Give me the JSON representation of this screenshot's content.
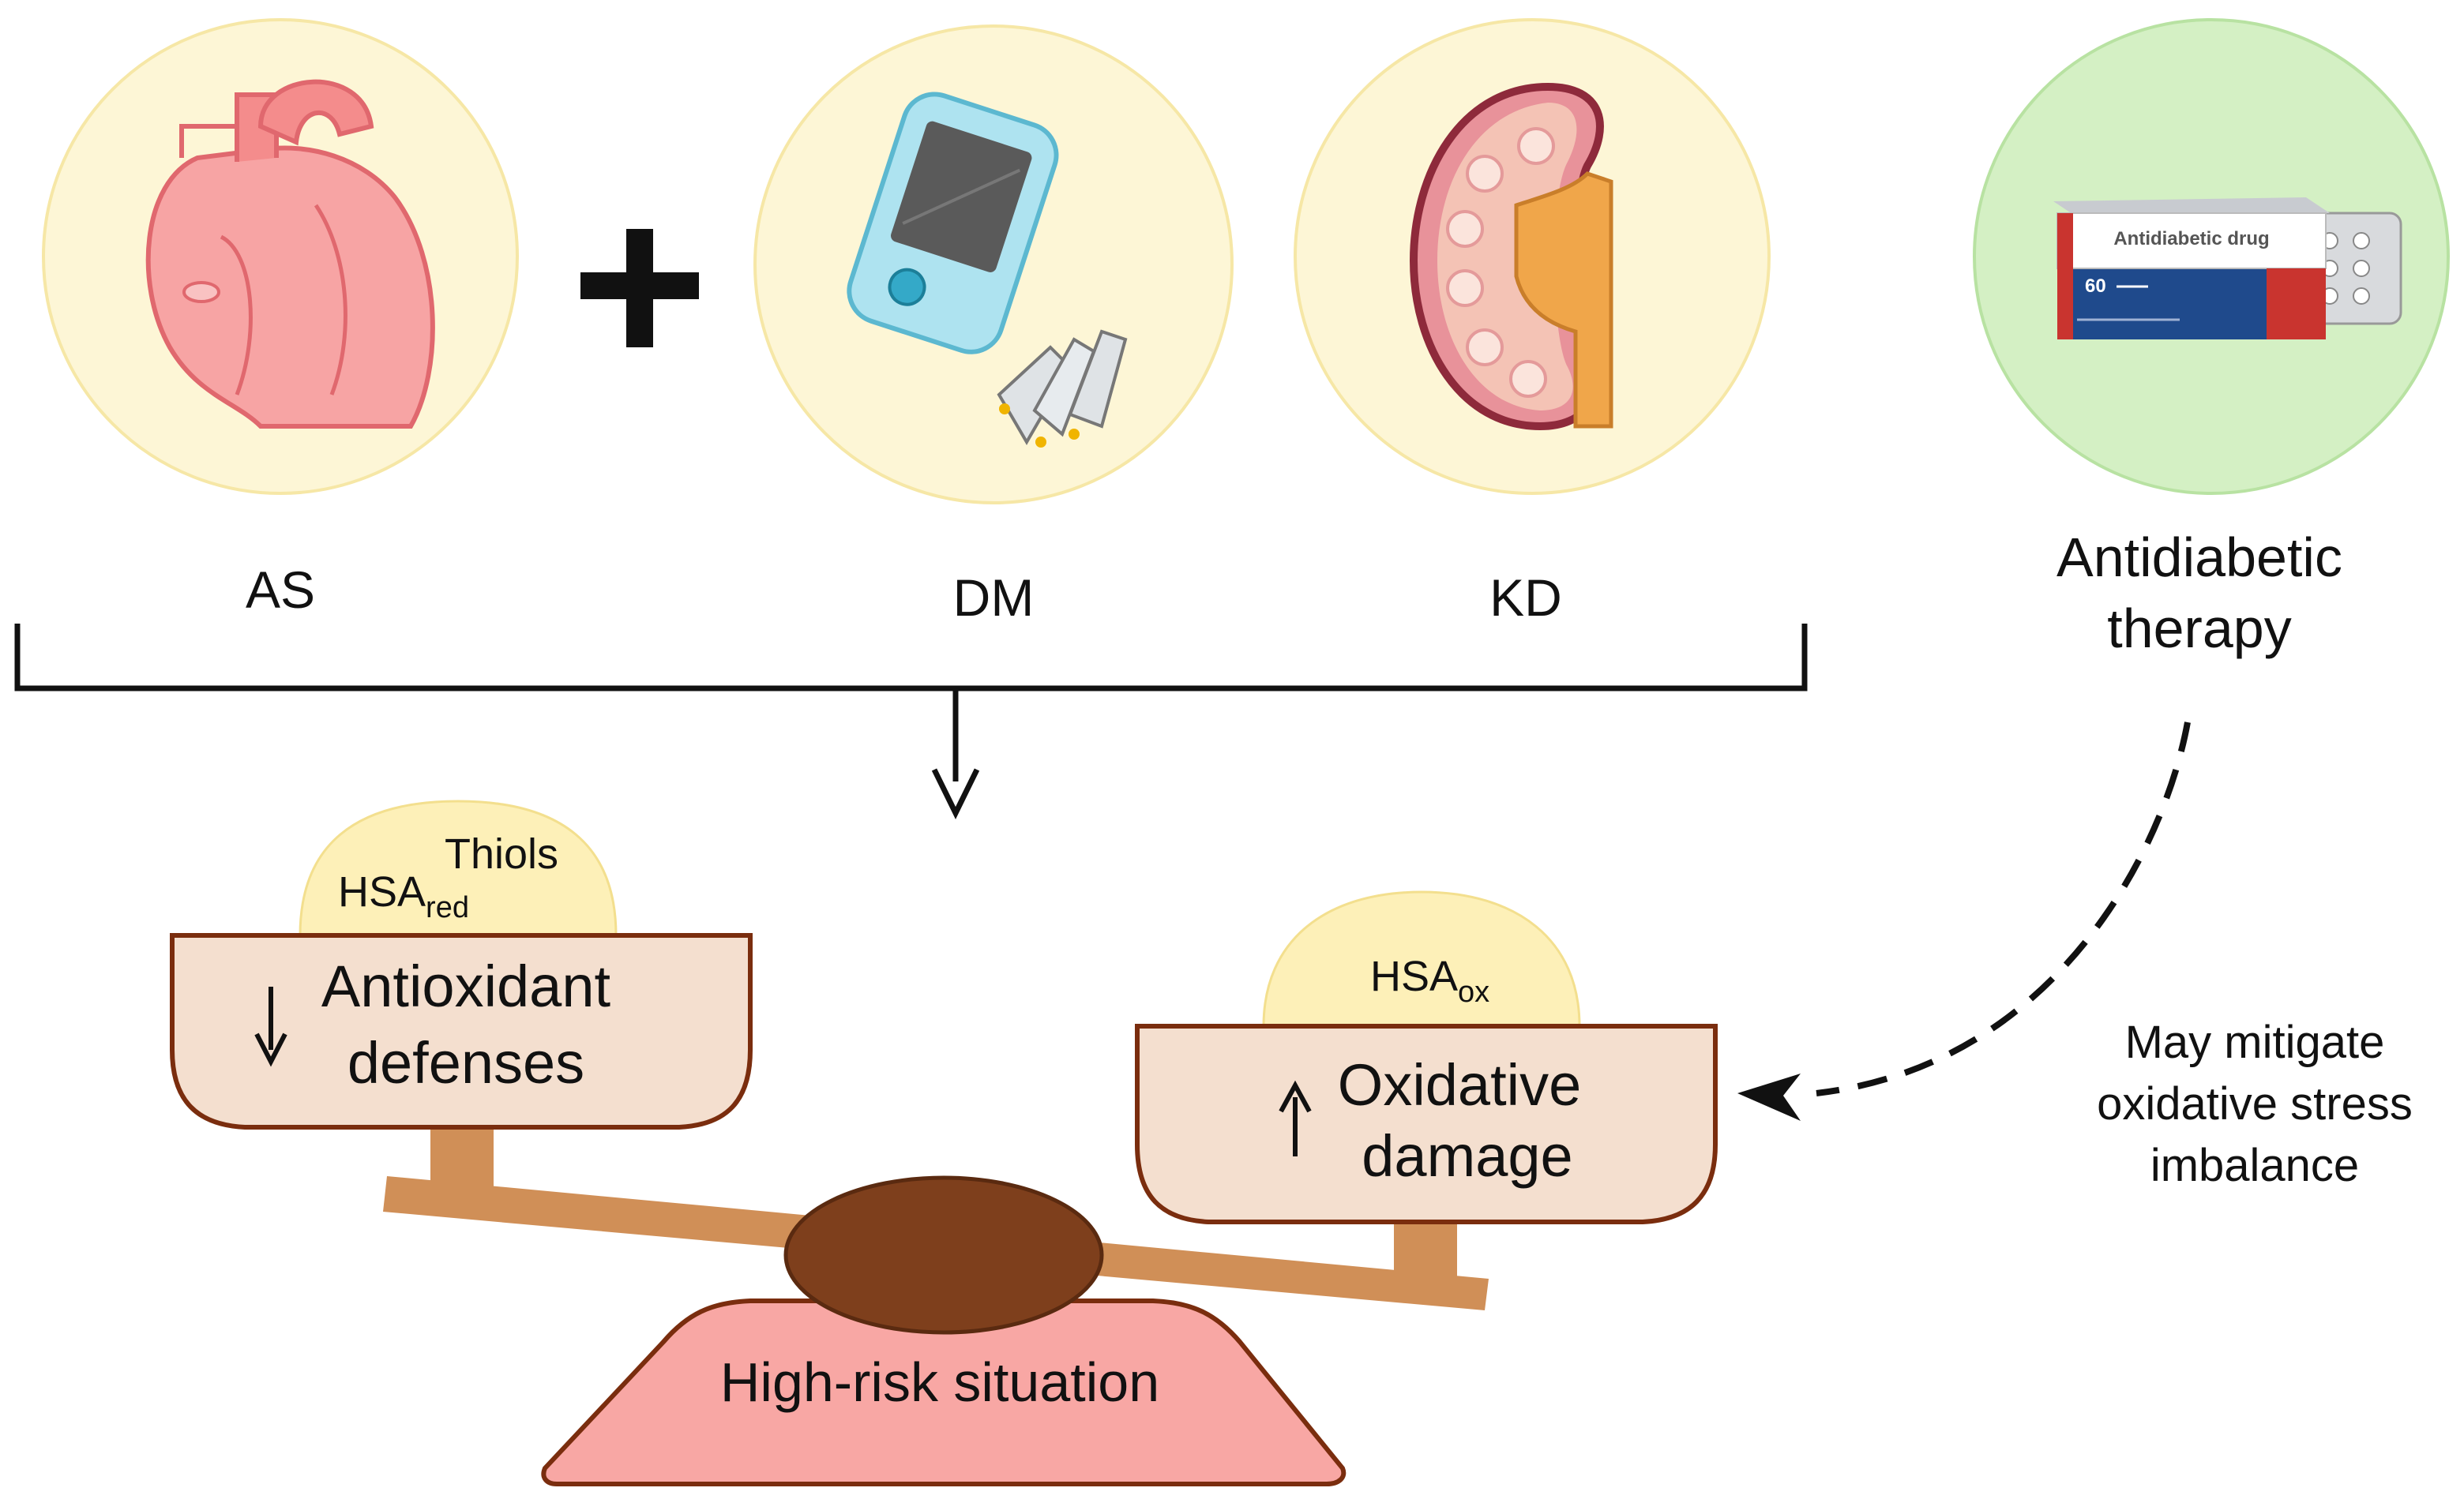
{
  "conditions": {
    "as_label": "AS",
    "dm_label": "DM",
    "kd_label": "KD"
  },
  "therapy": {
    "label_line1": "Antidiabetic",
    "label_line2": "therapy",
    "box_text": "Antidiabetic drug",
    "box_count": "60",
    "note_line1": "May mitigate",
    "note_line2": "oxidative stress",
    "note_line3": "imbalance"
  },
  "left_pan": {
    "thiols": "Thiols",
    "hsa": "HSA",
    "hsa_sub": "red",
    "line1": "Antioxidant",
    "line2": "defenses"
  },
  "right_pan": {
    "hsa": "HSA",
    "hsa_sub": "ox",
    "line1": "Oxidative",
    "line2": "damage"
  },
  "base": {
    "label": "High-risk situation"
  },
  "colors": {
    "circle_fill": "#fdf6d6",
    "circle_stroke": "#f6e7a6",
    "therapy_fill": "#d4f0c4",
    "pan_fill": "#f4dfcf",
    "pan_stroke": "#7a2d0e",
    "beam": "#d08f57",
    "fulcrum": "#7e3f1c",
    "base_fill": "#f8a7a4"
  }
}
